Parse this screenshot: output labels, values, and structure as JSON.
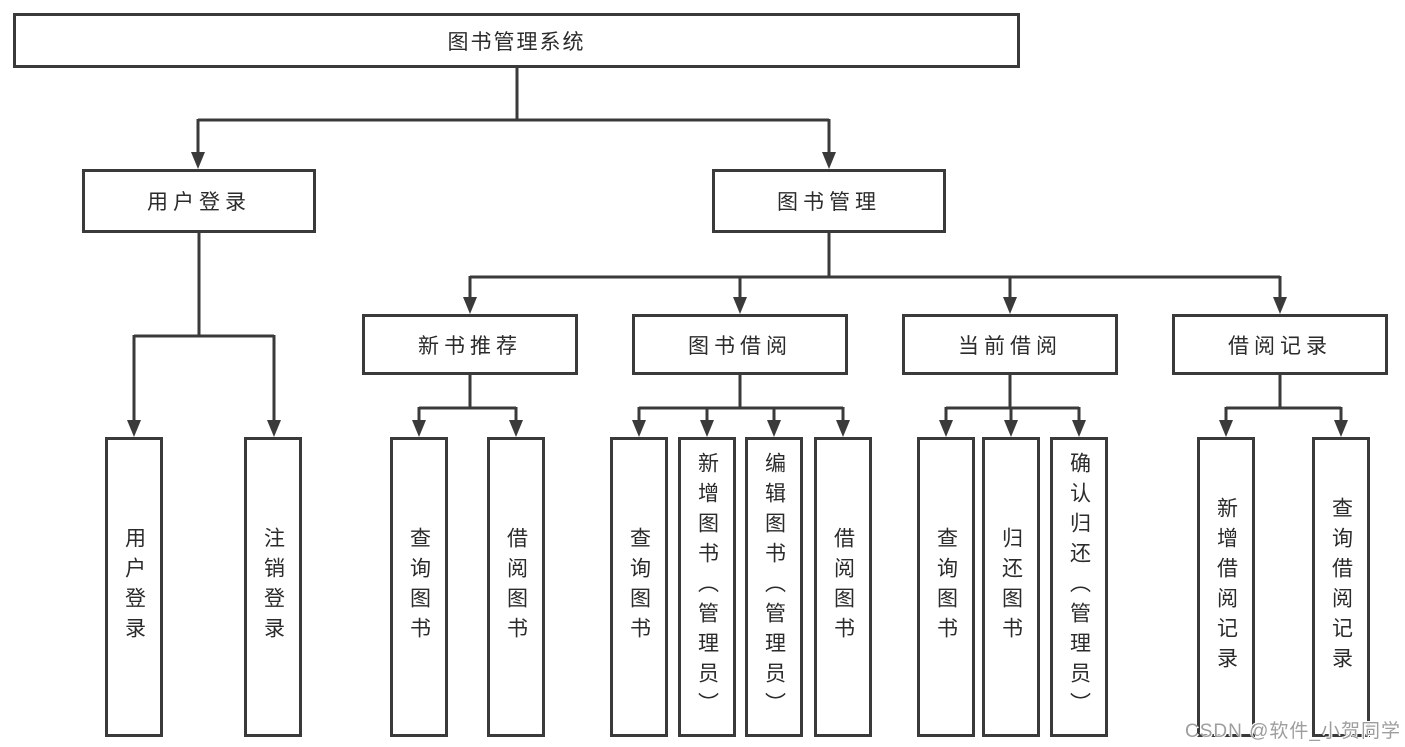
{
  "diagram": {
    "root": {
      "label": "图书管理系统"
    },
    "level2": [
      {
        "label": "用户登录"
      },
      {
        "label": "图书管理"
      }
    ],
    "level3": [
      {
        "label": "新书推荐"
      },
      {
        "label": "图书借阅"
      },
      {
        "label": "当前借阅"
      },
      {
        "label": "借阅记录"
      }
    ],
    "leaf_groups": [
      {
        "parent": "用户登录",
        "items": [
          {
            "label": "用户登录"
          },
          {
            "label": "注销登录"
          }
        ]
      },
      {
        "parent": "新书推荐",
        "items": [
          {
            "label": "查询图书"
          },
          {
            "label": "借阅图书"
          }
        ]
      },
      {
        "parent": "图书借阅",
        "items": [
          {
            "label": "查询图书"
          },
          {
            "label": "新增图书（管理员）"
          },
          {
            "label": "编辑图书（管理员）"
          },
          {
            "label": "借阅图书"
          }
        ]
      },
      {
        "parent": "当前借阅",
        "items": [
          {
            "label": "查询图书"
          },
          {
            "label": "归还图书"
          },
          {
            "label": "确认归还（管理员）"
          }
        ]
      },
      {
        "parent": "借阅记录",
        "items": [
          {
            "label": "新增借阅记录"
          },
          {
            "label": "查询借阅记录"
          }
        ]
      }
    ],
    "watermark": "CSDN @软件_小贺同学",
    "colors": {
      "line": "#3a3a3a",
      "text": "#2b2b2b",
      "box_background": "#ffffff",
      "page_background": "#ffffff",
      "watermark": "#9e9e9e"
    }
  }
}
